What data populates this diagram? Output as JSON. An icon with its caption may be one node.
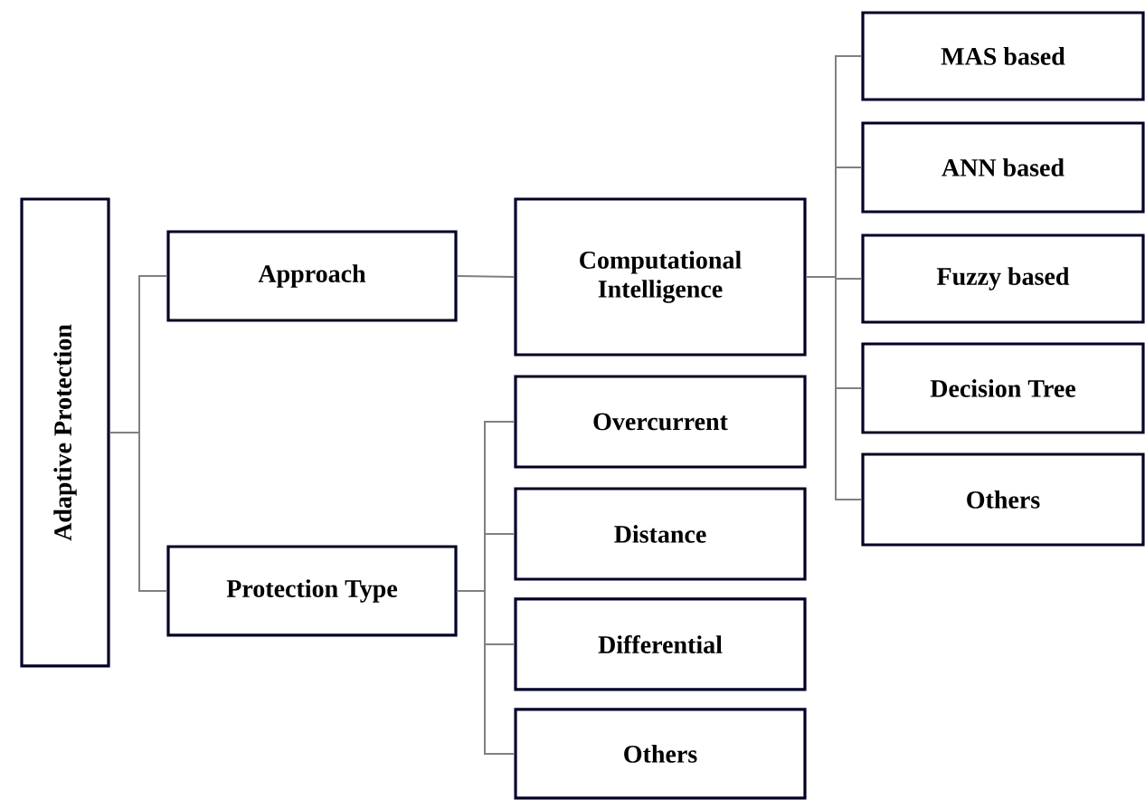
{
  "diagram": {
    "nodes": [
      {
        "text": [
          "Adaptive Protection"
        ]
      },
      {
        "text": [
          "Approach"
        ]
      },
      {
        "text": [
          "Protection Type"
        ]
      },
      {
        "text": [
          "Computational Intelligence"
        ]
      },
      {
        "text": [
          "Overcurrent"
        ]
      },
      {
        "text": [
          "Distance"
        ]
      },
      {
        "text": [
          "Differential"
        ]
      },
      {
        "text": [
          "Others"
        ]
      },
      {
        "text": [
          "MAS based"
        ]
      },
      {
        "text": [
          "ANN based"
        ]
      },
      {
        "text": [
          "Fuzzy based"
        ]
      },
      {
        "text": [
          "Decision Tree"
        ]
      },
      {
        "text": [
          "Others"
        ]
      }
    ],
    "edges": [
      {
        "from": 0,
        "to": 1,
        "arrow": "none"
      },
      {
        "from": 0,
        "to": 2,
        "arrow": "none"
      },
      {
        "from": 1,
        "to": 3,
        "arrow": "none"
      },
      {
        "from": 2,
        "to": 4,
        "arrow": "none"
      },
      {
        "from": 2,
        "to": 5,
        "arrow": "none"
      },
      {
        "from": 2,
        "to": 6,
        "arrow": "none"
      },
      {
        "from": 2,
        "to": 7,
        "arrow": "none"
      },
      {
        "from": 3,
        "to": 8,
        "arrow": "none"
      },
      {
        "from": 3,
        "to": 9,
        "arrow": "none"
      },
      {
        "from": 3,
        "to": 10,
        "arrow": "none"
      },
      {
        "from": 3,
        "to": 11,
        "arrow": "none"
      },
      {
        "from": 3,
        "to": 12,
        "arrow": "none"
      }
    ]
  }
}
